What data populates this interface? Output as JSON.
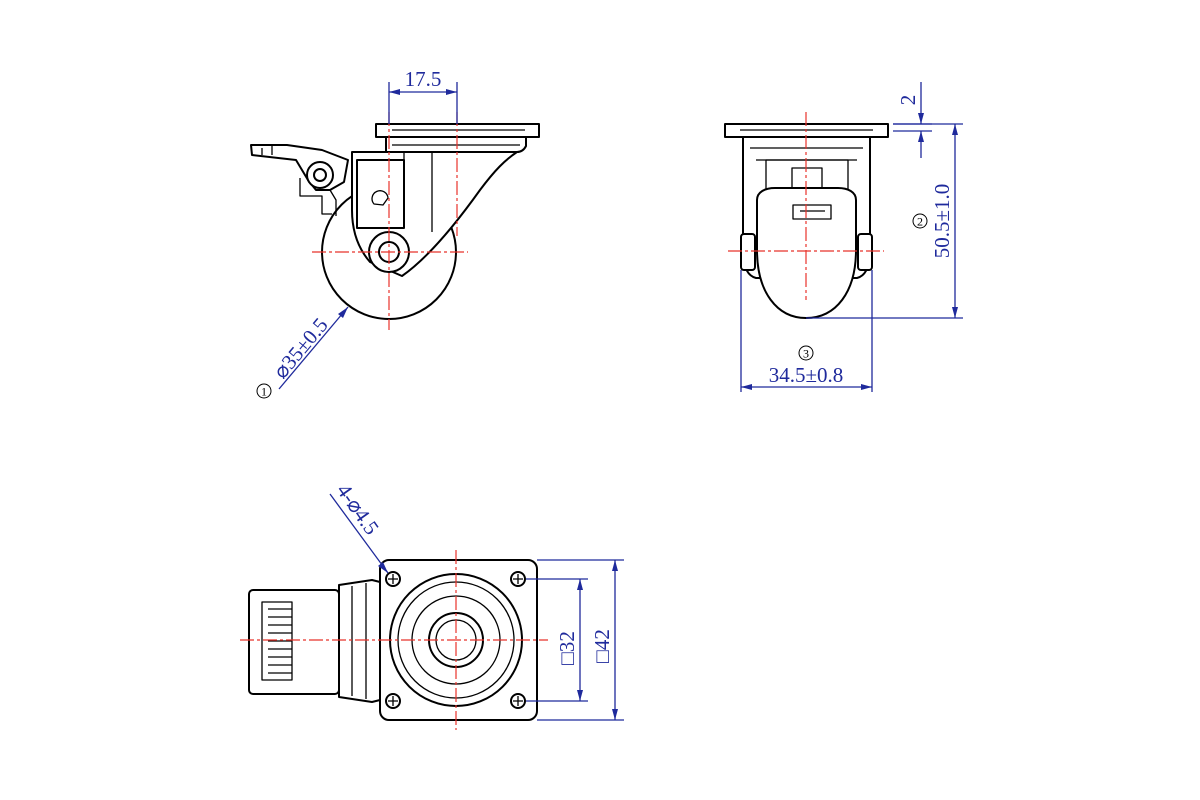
{
  "colors": {
    "outline": "#000000",
    "centerline": "#e8332b",
    "dimension": "#1f2a9c",
    "background": "#ffffff"
  },
  "side_view": {
    "offset_dim": "17.5",
    "wheel_dia_dim": "⌀35±0.5",
    "callout_1": "1"
  },
  "front_view": {
    "plate_thk_dim": "2",
    "height_dim": "50.5±1.0",
    "width_dim": "34.5±0.8",
    "callout_2": "2",
    "callout_3": "3"
  },
  "top_view": {
    "holes_dim": "4-⌀4.5",
    "hole_pattern_dim": "□32",
    "plate_size_dim": "□42"
  }
}
